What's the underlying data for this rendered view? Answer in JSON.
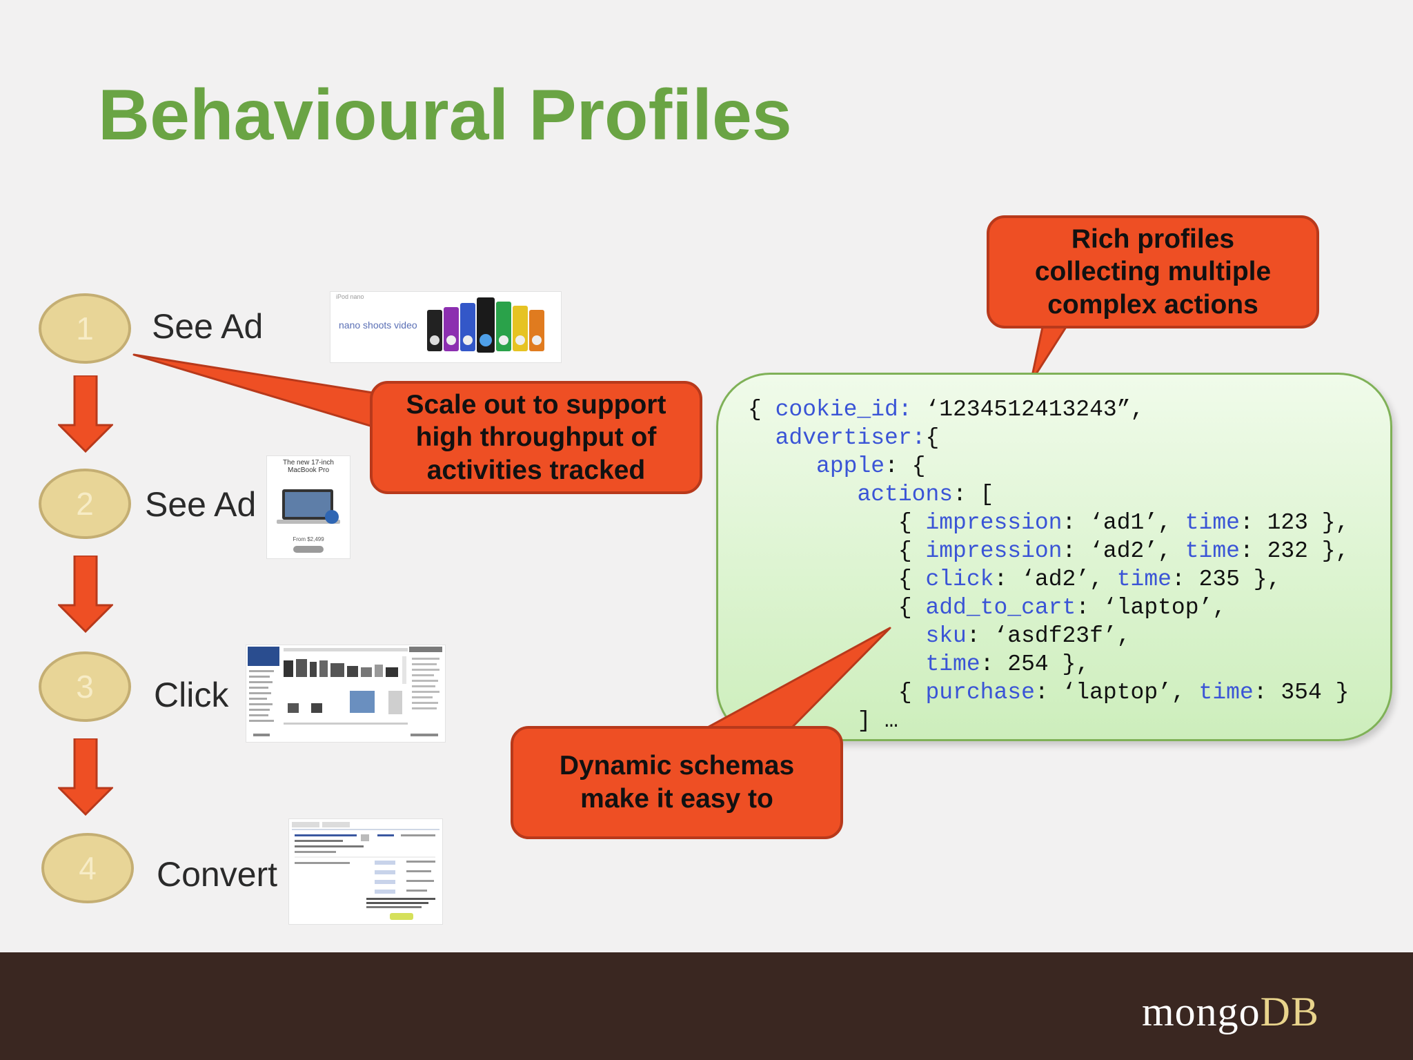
{
  "title": "Behavioural Profiles",
  "steps": [
    {
      "number": "1",
      "label": "See Ad"
    },
    {
      "number": "2",
      "label": "See Ad"
    },
    {
      "number": "3",
      "label": "Click"
    },
    {
      "number": "4",
      "label": "Convert"
    }
  ],
  "thumbnails": {
    "ipod_ad": {
      "header": "iPod nano",
      "tagline": "nano shoots video"
    },
    "macbook_ad": {
      "headline": "The new 17-inch MacBook Pro",
      "price": "From $2,499"
    }
  },
  "callouts": {
    "rich_profiles": "Rich profiles\ncollecting multiple\ncomplex actions",
    "scale_out": "Scale out to support\nhigh throughput of\nactivities tracked",
    "dynamic_schemas": "Dynamic schemas\nmake it easy to"
  },
  "code": {
    "cookie_key": "cookie_id:",
    "cookie_val": " ‘1234512413243”,",
    "advertiser_key": "advertiser:",
    "apple_key": "apple",
    "actions_key": "actions",
    "impression_key": "impression",
    "time_key": "time",
    "click_key": "click",
    "add_to_cart_key": "add_to_cart",
    "sku_key": "sku",
    "purchase_key": "purchase",
    "ad1": "‘ad1’",
    "ad2": "‘ad2’",
    "laptop": "‘laptop’",
    "sku_val": "‘asdf23f’",
    "t1": "123",
    "t2": "232",
    "t3": "235",
    "t4": "254",
    "t5": "354",
    "end": "] …"
  },
  "logo": {
    "mongo": "mongo",
    "db": "DB"
  },
  "colors": {
    "title": "#6aa444",
    "callout": "#ee4f24",
    "step_circle": "#e8d597",
    "code_key": "#3a54d6",
    "footer": "#3a2721"
  }
}
